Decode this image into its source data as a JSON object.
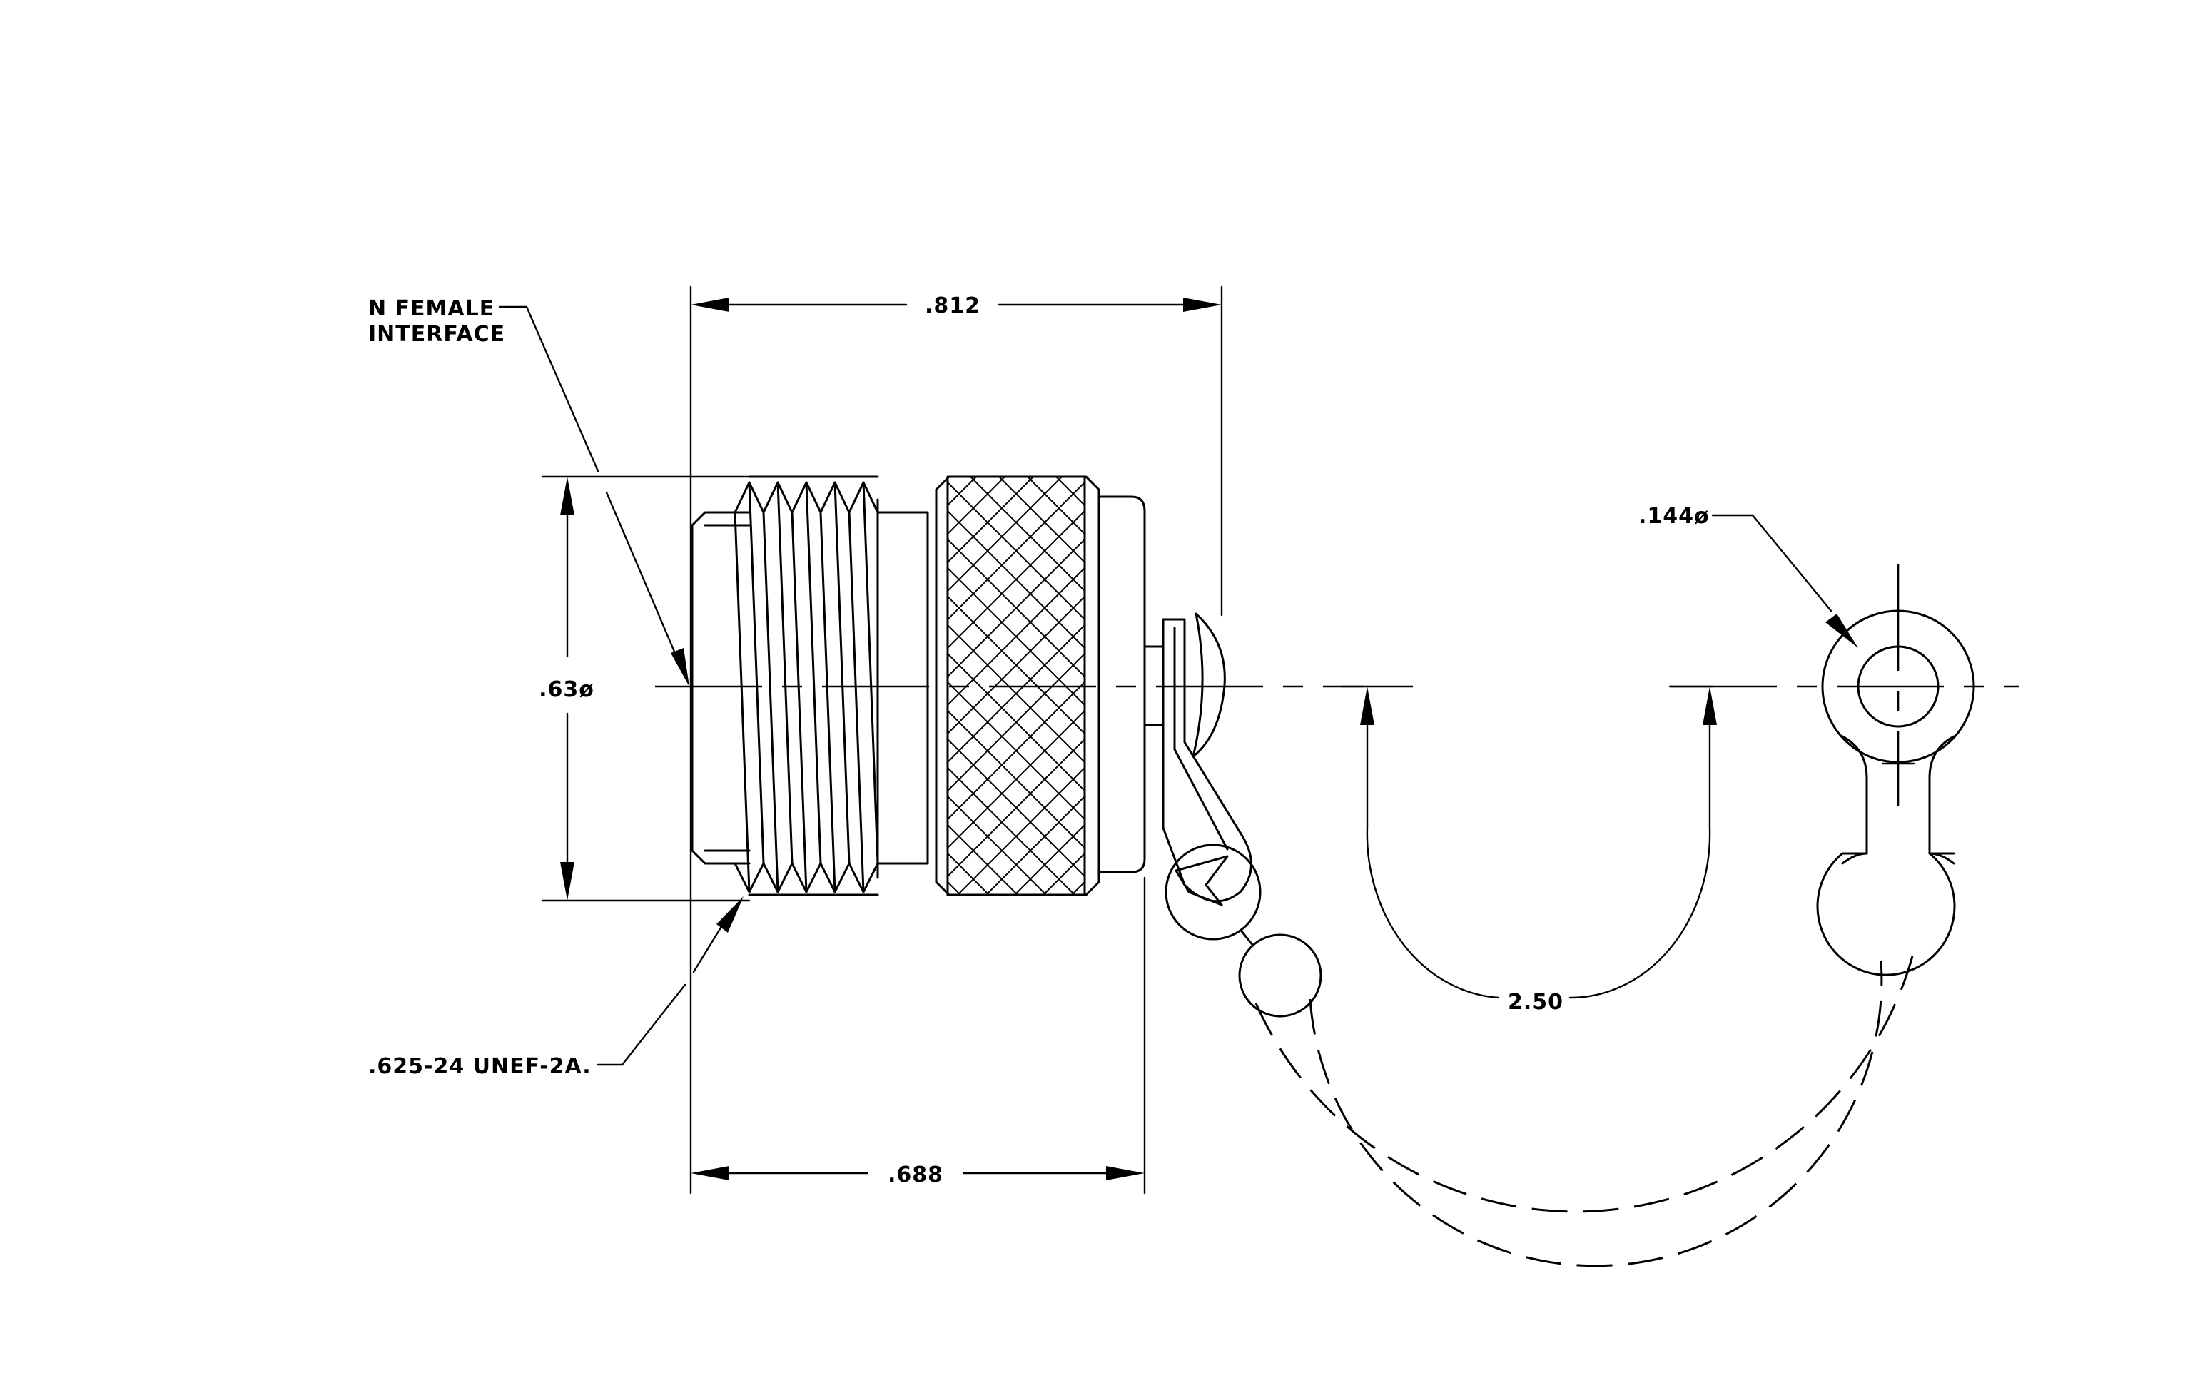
{
  "drawing": {
    "background": "#ffffff",
    "line_color": "#000000"
  },
  "callouts": {
    "interface_line1": "N FEMALE",
    "interface_line2": "INTERFACE",
    "thread": ".625-24 UNEF-2A."
  },
  "dimensions": {
    "overall_length": ".812",
    "body_length": ".688",
    "body_diameter": ".63ø",
    "chain_length": "2.50",
    "ring_hole_diameter": ".144ø"
  }
}
